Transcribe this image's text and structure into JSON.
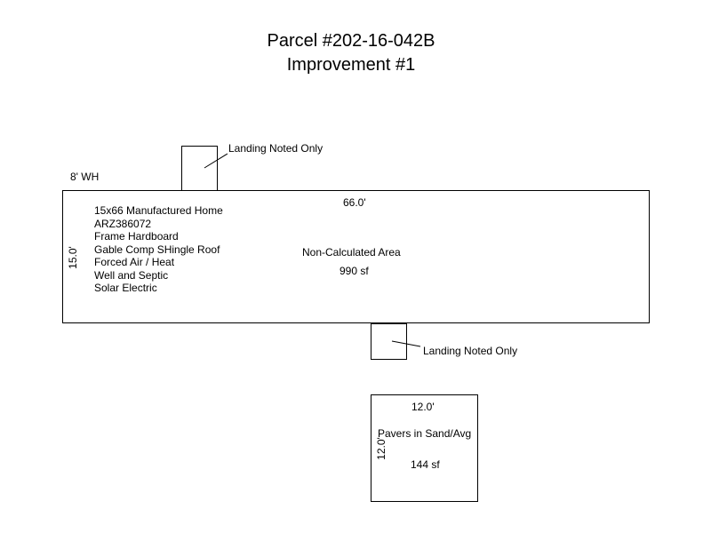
{
  "title": {
    "line1": "Parcel #202-16-042B",
    "line2": "Improvement #1"
  },
  "top_landing": {
    "label": "Landing Noted Only"
  },
  "wall_height_label": "8' WH",
  "main_building": {
    "width_label": "66.0'",
    "depth_label": "15.0'",
    "description": [
      "15x66 Manufactured Home",
      "ARZ386072",
      "Frame Hardboard",
      "Gable Comp SHingle Roof",
      "Forced Air / Heat",
      "Well and Septic",
      "Solar Electric"
    ],
    "area_type": "Non-Calculated Area",
    "area": "990 sf"
  },
  "bottom_landing": {
    "label": "Landing Noted Only"
  },
  "pavers": {
    "width_label": "12.0'",
    "depth_label": "12.0'",
    "label": "Pavers in Sand/Avg",
    "area": "144 sf"
  }
}
